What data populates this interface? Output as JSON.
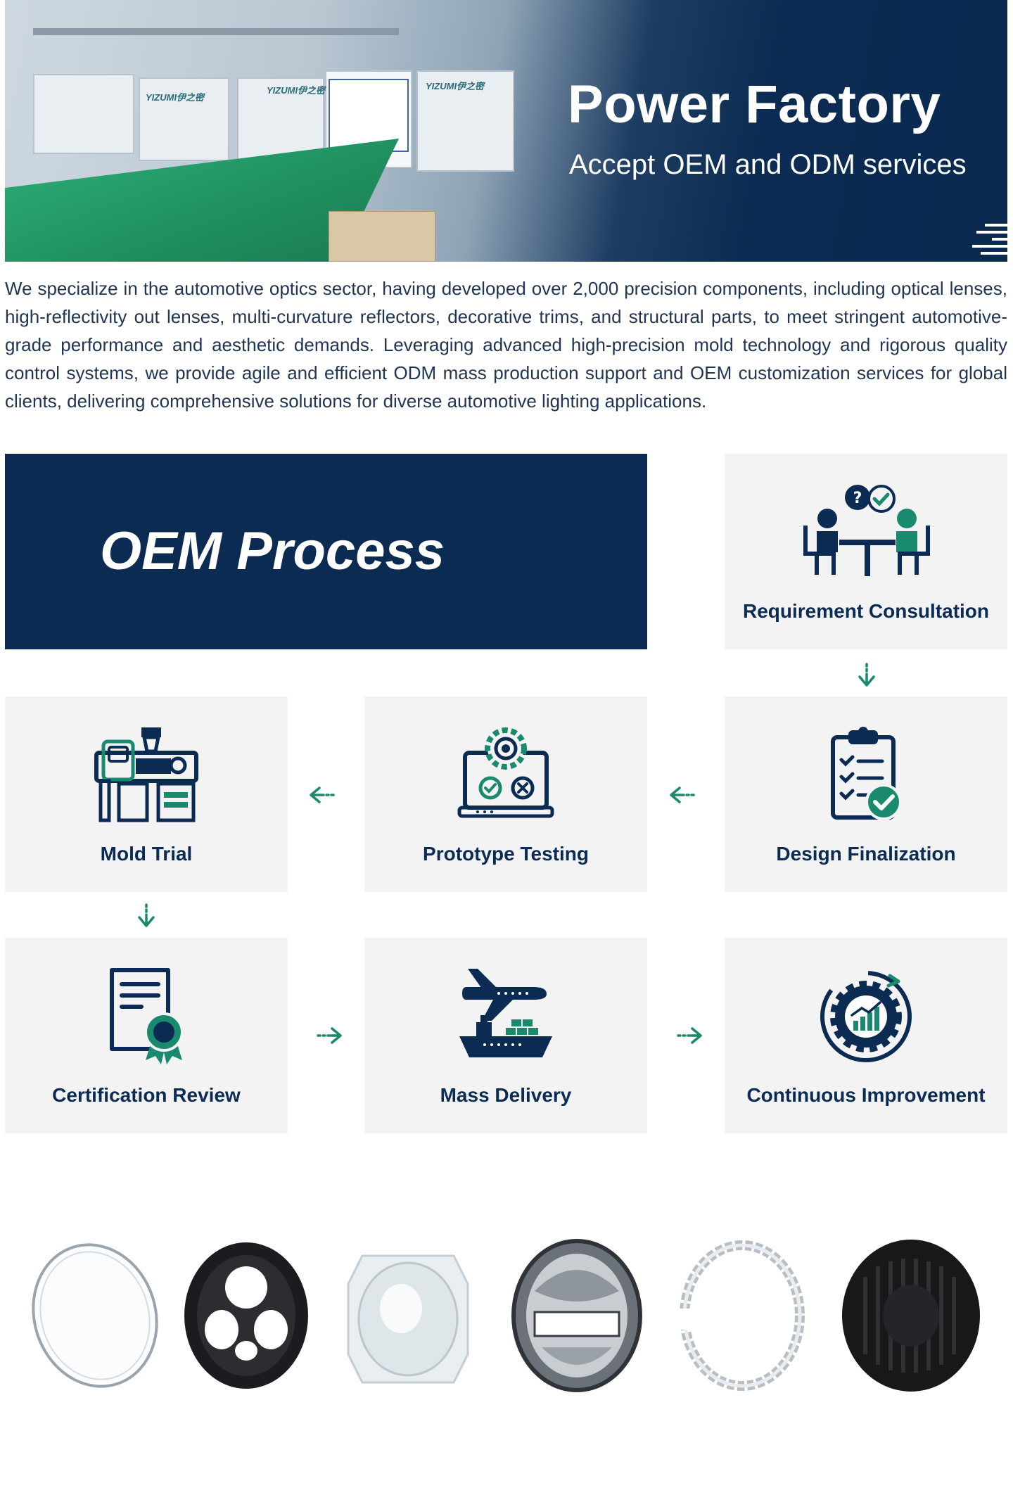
{
  "hero": {
    "title": "Power Factory",
    "subtitle": "Accept OEM and ODM services",
    "brand_marks": [
      "YIZUMI伊之密",
      "YIZUMI伊之密",
      "YIZUMI伊之密"
    ]
  },
  "intro": {
    "text": "We specialize in the automotive optics sector, having developed over 2,000 precision components, including optical lenses, high-reflectivity out lenses, multi-curvature reflectors, decorative trims, and structural parts, to meet stringent automotive-grade performance and aesthetic demands. Leveraging advanced high-precision mold technology and rigorous quality control systems, we provide agile and efficient ODM mass production support and OEM customization services for global clients, delivering comprehensive solutions for diverse automotive lighting applications."
  },
  "oem": {
    "title": "OEM Process",
    "steps": [
      {
        "label": "Requirement Consultation",
        "icon": "consultation-icon"
      },
      {
        "label": "Design Finalization",
        "icon": "clipboard-check-icon"
      },
      {
        "label": "Prototype Testing",
        "icon": "laptop-gear-icon"
      },
      {
        "label": "Mold Trial",
        "icon": "injection-machine-icon"
      },
      {
        "label": "Certification Review",
        "icon": "certificate-icon"
      },
      {
        "label": "Mass Delivery",
        "icon": "plane-ship-icon"
      },
      {
        "label": "Continuous Improvement",
        "icon": "gear-chart-icon"
      }
    ]
  },
  "colors": {
    "navy": "#0b2b52",
    "teal": "#1a8a6e",
    "card_bg": "#f4f3f4"
  },
  "products": [
    {
      "name": "clear-lens"
    },
    {
      "name": "black-bezel"
    },
    {
      "name": "clear-optic"
    },
    {
      "name": "chrome-reflector"
    },
    {
      "name": "crystal-ring"
    },
    {
      "name": "black-heatsink"
    }
  ]
}
